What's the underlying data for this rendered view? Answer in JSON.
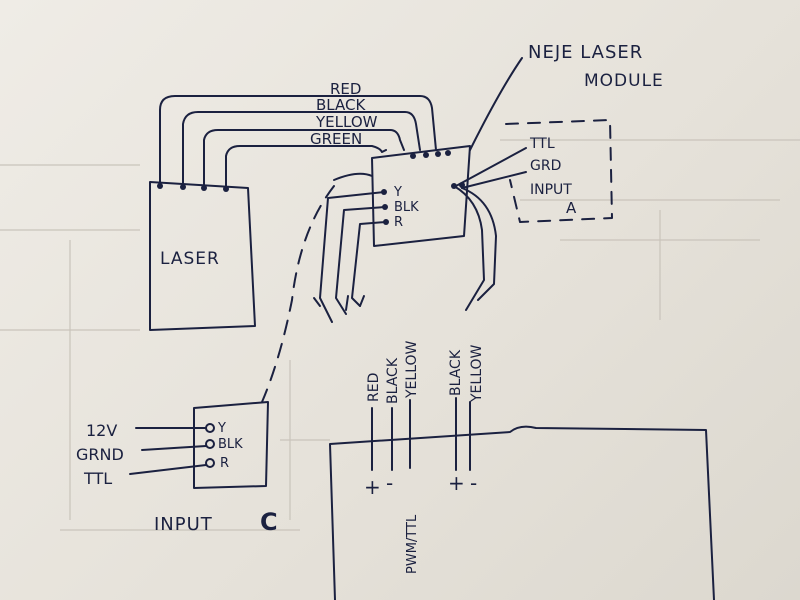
{
  "diagram": {
    "module_title_line1": "NEJE LASER",
    "module_title_line2": "MODULE",
    "wire_labels": {
      "red": "RED",
      "black": "BLACK",
      "yellow": "YELLOW",
      "green": "GREEN"
    },
    "laser_label": "LASER",
    "module_pins": {
      "p1": "Y",
      "p2": "BLK",
      "p3": "R"
    },
    "input_a": {
      "ttl": "TTL",
      "grd": "GRD",
      "name_line1": "INPUT",
      "name_line2": "A"
    },
    "input_c": {
      "v12": "12V",
      "grnd": "GRND",
      "ttl": "TTL",
      "pin_y": "Y",
      "pin_blk": "BLK",
      "pin_r": "R",
      "name": "INPUT",
      "letter": "C"
    },
    "vertical_labels": {
      "red": "RED",
      "black": "BLACK",
      "yellow": "YELLOW",
      "black2": "BLACK",
      "yellow2": "YELLOW"
    },
    "polarity": {
      "plus1": "+",
      "minus1": "-",
      "plus2": "+",
      "minus2": "-"
    },
    "pwm_label": "PWM/TTL"
  }
}
